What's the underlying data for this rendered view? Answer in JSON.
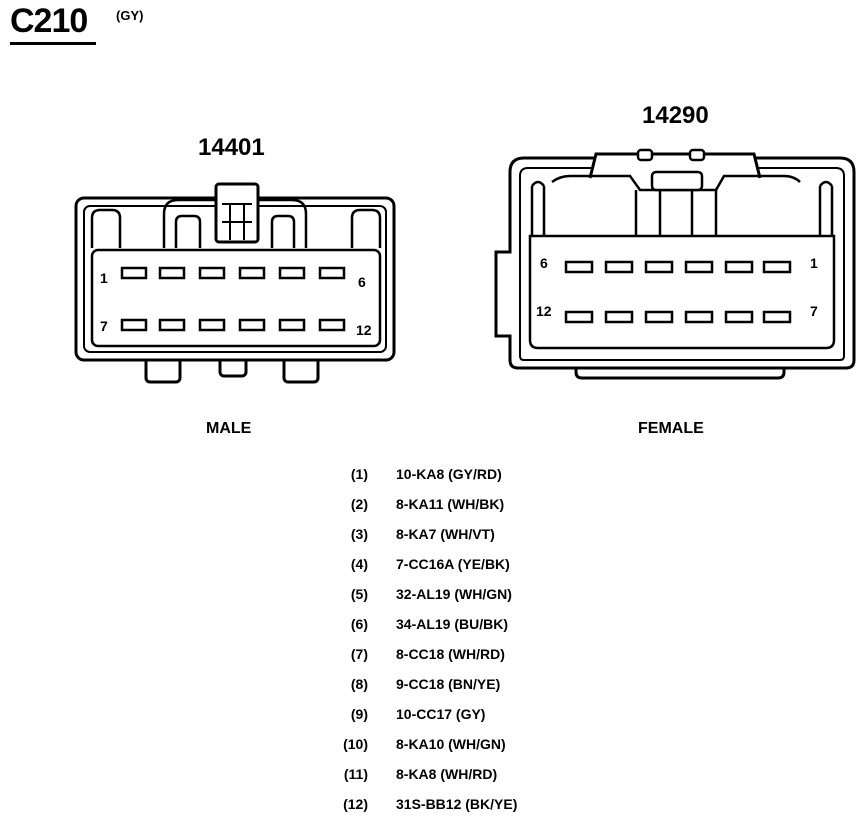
{
  "header": {
    "connector_id": "C210",
    "color_code": "(GY)"
  },
  "male": {
    "part_number": "14401",
    "label": "MALE",
    "pin_labels": {
      "top_left": "1",
      "top_right": "6",
      "bottom_left": "7",
      "bottom_right": "12"
    }
  },
  "female": {
    "part_number": "14290",
    "label": "FEMALE",
    "pin_labels": {
      "top_left": "6",
      "top_right": "1",
      "bottom_left": "12",
      "bottom_right": "7"
    }
  },
  "pinout": [
    {
      "pin": "(1)",
      "circuit": "10-KA8 (GY/RD)"
    },
    {
      "pin": "(2)",
      "circuit": "8-KA11 (WH/BK)"
    },
    {
      "pin": "(3)",
      "circuit": "8-KA7 (WH/VT)"
    },
    {
      "pin": "(4)",
      "circuit": "7-CC16A (YE/BK)"
    },
    {
      "pin": "(5)",
      "circuit": "32-AL19 (WH/GN)"
    },
    {
      "pin": "(6)",
      "circuit": "34-AL19 (BU/BK)"
    },
    {
      "pin": "(7)",
      "circuit": "8-CC18 (WH/RD)"
    },
    {
      "pin": "(8)",
      "circuit": "9-CC18 (BN/YE)"
    },
    {
      "pin": "(9)",
      "circuit": "10-CC17 (GY)"
    },
    {
      "pin": "(10)",
      "circuit": "8-KA10 (WH/GN)"
    },
    {
      "pin": "(11)",
      "circuit": "8-KA8 (WH/RD)"
    },
    {
      "pin": "(12)",
      "circuit": "31S-BB12 (BK/YE)"
    }
  ]
}
